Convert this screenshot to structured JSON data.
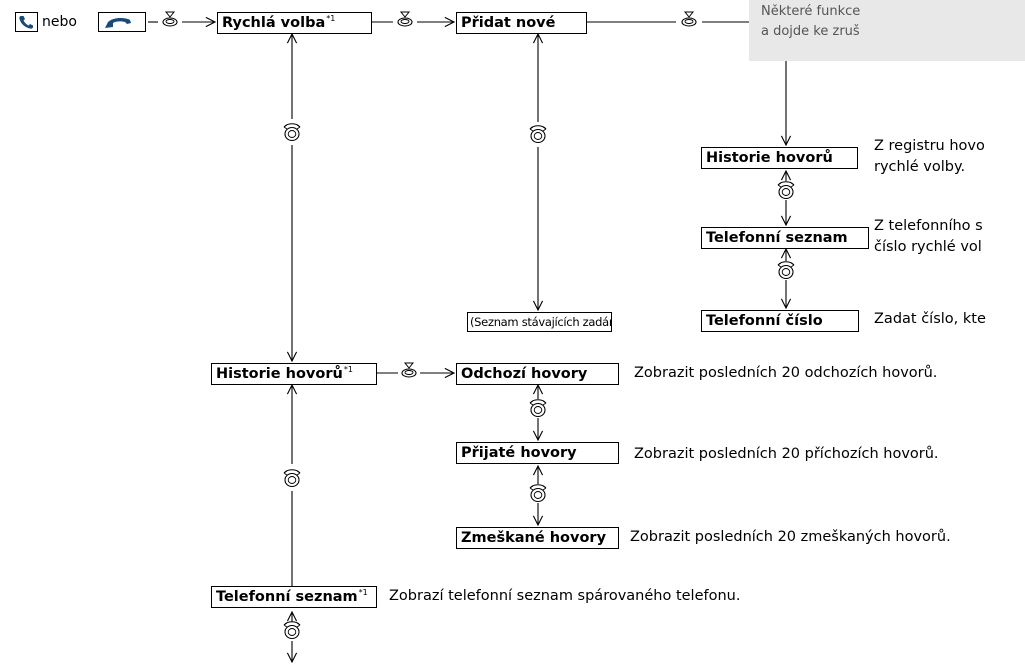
{
  "start": {
    "phone_icon": "phone-icon",
    "or_text": "nebo",
    "handset_icon": "handset-icon"
  },
  "press_icon": "knob-press-icon",
  "rotate_icon": "knob-rotate-icon",
  "boxes": {
    "speed_dial": "Rychlá volba",
    "add_new": "Přidat nové",
    "existing_entries": "(Seznam stávajících zadání)",
    "call_history_sub": "Historie hovorů",
    "phonebook_sub": "Telefonní seznam",
    "phone_number": "Telefonní číslo",
    "call_history": "Historie hovorů",
    "outgoing": "Odchozí hovory",
    "received": "Přijaté hovory",
    "missed": "Zmeškané hovory",
    "phonebook": "Telefonní seznam"
  },
  "footnote_mark": "*1",
  "descriptions": {
    "call_history_sub_1": "Z registru hovo",
    "call_history_sub_2": "rychlé volby.",
    "phonebook_sub_1": "Z telefonního s",
    "phonebook_sub_2": "číslo rychlé vol",
    "phone_number": "Zadat číslo, kte",
    "outgoing": "Zobrazit posledních 20 odchozích hovorů.",
    "received": "Zobrazit posledních 20 příchozích hovorů.",
    "missed": "Zobrazit posledních 20 zmeškaných hovorů.",
    "phonebook": "Zobrazí telefonní seznam spárovaného telefonu."
  },
  "note": {
    "line1": "Některé funkce",
    "line2": "a dojde ke zruš"
  }
}
